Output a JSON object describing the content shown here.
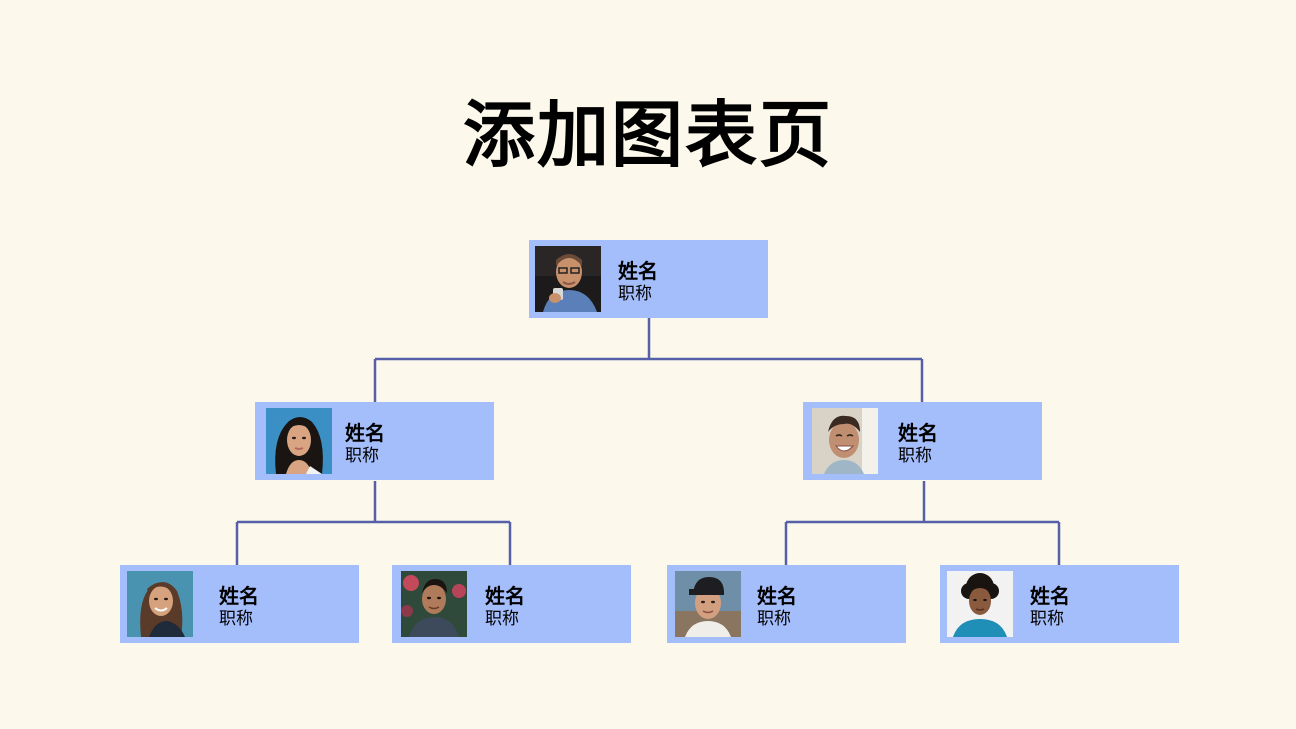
{
  "title": "添加图表页",
  "colors": {
    "background": "#fdf8ec",
    "card": "#a4bdfb",
    "connector": "#5560a8"
  },
  "nodes": [
    {
      "name": "姓名",
      "role": "职称",
      "photo": "man-with-glasses-photo"
    },
    {
      "name": "姓名",
      "role": "职称",
      "photo": "young-woman-photo"
    },
    {
      "name": "姓名",
      "role": "职称",
      "photo": "smiling-boy-photo"
    },
    {
      "name": "姓名",
      "role": "职称",
      "photo": "woman-smiling-photo"
    },
    {
      "name": "姓名",
      "role": "职称",
      "photo": "young-man-photo"
    },
    {
      "name": "姓名",
      "role": "职称",
      "photo": "man-backwards-cap-photo"
    },
    {
      "name": "姓名",
      "role": "职称",
      "photo": "curly-hair-person-photo"
    }
  ]
}
